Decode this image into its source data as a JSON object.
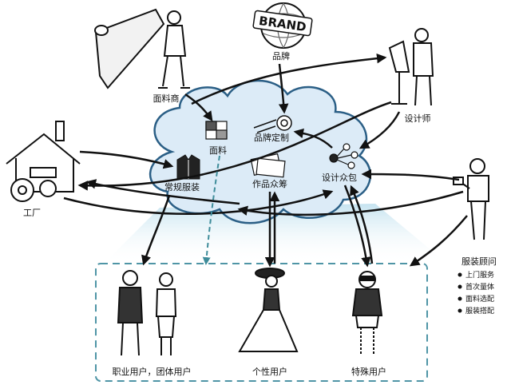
{
  "labels": {
    "brand_logo_text": "BRAND",
    "brand": "品牌",
    "fabric_merchant": "面料商",
    "designer": "设计师",
    "factory": "工厂",
    "fabric": "面料",
    "brand_custom": "品牌定制",
    "regular_clothing": "常规服装",
    "crowdfunding_works": "作品众筹",
    "design_crowdsourcing": "设计众包",
    "consultant": "服装顾问",
    "professional_users": "职业用户，团体用户",
    "individual_users": "个性用户",
    "special_users": "特殊用户"
  },
  "consultant_services": [
    "上门服务",
    "首次量体",
    "面料选配",
    "服装搭配"
  ],
  "colors": {
    "cloud_fill": "#dcebf7",
    "cloud_stroke": "#2b5f86",
    "dashed_box": "#4f95a6",
    "ink": "#111111",
    "teal_arrow": "#3e8c9a"
  }
}
